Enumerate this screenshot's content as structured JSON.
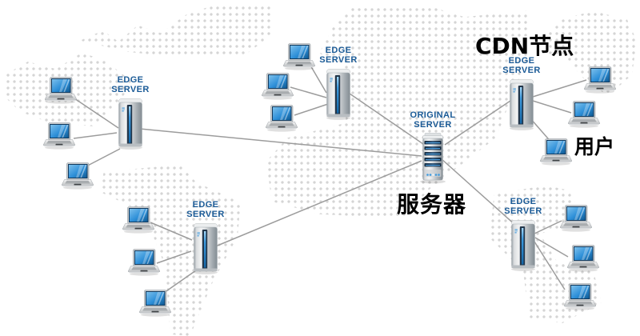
{
  "diagram": {
    "annotations": {
      "cdn_node": "CDN节点",
      "origin_server_cn": "服务器",
      "user_cn": "用户"
    },
    "origin_server": {
      "label_line1": "ORIGINAL",
      "label_line2": "SERVER"
    },
    "edge_servers": [
      {
        "id": "edge-left",
        "label_line1": "EDGE",
        "label_line2": "SERVER"
      },
      {
        "id": "edge-top-middle",
        "label_line1": "EDGE",
        "label_line2": "SERVER"
      },
      {
        "id": "edge-bottom-left",
        "label_line1": "EDGE",
        "label_line2": "SERVER"
      },
      {
        "id": "edge-top-right",
        "label_line1": "EDGE",
        "label_line2": "SERVER"
      },
      {
        "id": "edge-bottom-right",
        "label_line1": "EDGE",
        "label_line2": "SERVER"
      }
    ],
    "icons": {
      "edge_server": "tower-server-icon",
      "origin_server": "rack-server-icon",
      "user": "laptop-icon"
    },
    "colors": {
      "label_blue": "#1a5a96",
      "annotation_text": "#000000",
      "connection_line": "#9c9c9c",
      "map_dots": "#d5d5d5",
      "laptop_screen": "#2d8fd8",
      "server_accent": "#3d9be0"
    }
  }
}
